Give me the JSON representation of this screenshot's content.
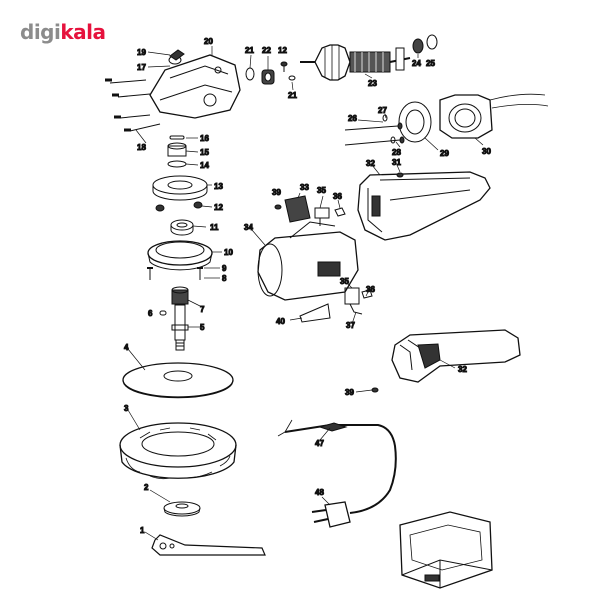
{
  "brand": {
    "part1": "digi",
    "part2": "kala"
  },
  "labels": [
    "1",
    "2",
    "3",
    "4",
    "5",
    "6",
    "7",
    "8",
    "9",
    "10",
    "11",
    "12",
    "12",
    "13",
    "14",
    "15",
    "16",
    "17",
    "18",
    "19",
    "20",
    "21",
    "21",
    "22",
    "23",
    "24",
    "25",
    "26",
    "27",
    "28",
    "29",
    "30",
    "31",
    "32",
    "32",
    "33",
    "34",
    "35",
    "35",
    "36",
    "36",
    "37",
    "39",
    "39",
    "40",
    "47",
    "48"
  ],
  "colors": {
    "brand_red": "#e6123d",
    "brand_gray": "#8c8c8c",
    "line": "#111111"
  }
}
